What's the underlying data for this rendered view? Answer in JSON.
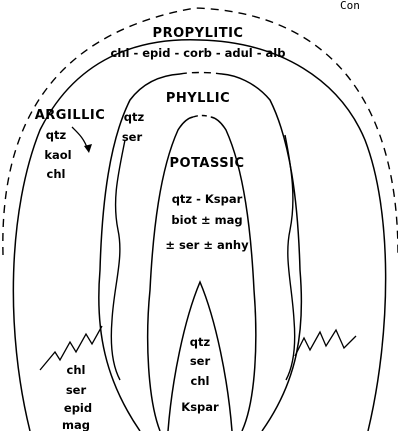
{
  "corner_text": "Con",
  "zones": {
    "propylitic": {
      "title": "PROPYLITIC",
      "minerals": "chl - epid - corb - adul - alb"
    },
    "phyllic": {
      "title": "PHYLLIC",
      "minerals": [
        "qtz",
        "ser"
      ]
    },
    "argillic": {
      "title": "ARGILLIC",
      "minerals": [
        "qtz",
        "kaol",
        "chl"
      ]
    },
    "potassic": {
      "title": "POTASSIC",
      "minerals": [
        "qtz - Kspar",
        "biot ± mag",
        "± ser ± anhy"
      ]
    },
    "core": {
      "minerals": [
        "qtz",
        "ser",
        "chl",
        "Kspar"
      ]
    },
    "lower_left": {
      "minerals": [
        "chl",
        "ser",
        "epid",
        "mag"
      ]
    }
  }
}
